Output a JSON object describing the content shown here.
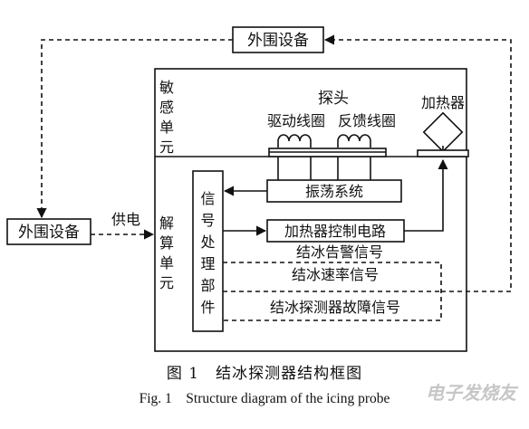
{
  "diagram": {
    "peripheral_top": "外围设备",
    "peripheral_left": "外围设备",
    "power_supply": "供电",
    "sensing_unit": [
      "敏",
      "感",
      "单",
      "元"
    ],
    "probe": "探头",
    "drive_coil": "驱动线圈",
    "feedback_coil": "反馈线圈",
    "heater": "加热器",
    "oscillation_system": "振荡系统",
    "heater_control": "加热器控制电路",
    "icing_alarm": "结冰告警信号",
    "icing_rate": "结冰速率信号",
    "fault_signal": "结冰探测器故障信号",
    "decoding_unit": [
      "解",
      "算",
      "单",
      "元"
    ],
    "signal_processing": [
      "信",
      "号",
      "处",
      "理",
      "部",
      "件"
    ]
  },
  "caption": {
    "zh": "图 1　结冰探测器结构框图",
    "en": "Fig. 1　Structure diagram of the icing probe"
  },
  "watermark": "电子发烧友"
}
